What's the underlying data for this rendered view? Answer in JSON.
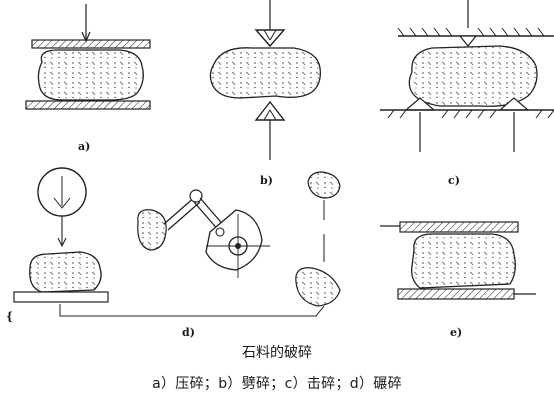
{
  "panels": [
    {
      "id": "a",
      "label": "a)"
    },
    {
      "id": "b",
      "label": "b)"
    },
    {
      "id": "c",
      "label": "c)"
    },
    {
      "id": "d",
      "label": "d)"
    },
    {
      "id": "e",
      "label": "e)"
    }
  ],
  "stray_mark": "{",
  "caption": {
    "title": "石料的破碎",
    "legend": "a）压碎；b）劈碎；c）击碎；d）碾碎"
  }
}
